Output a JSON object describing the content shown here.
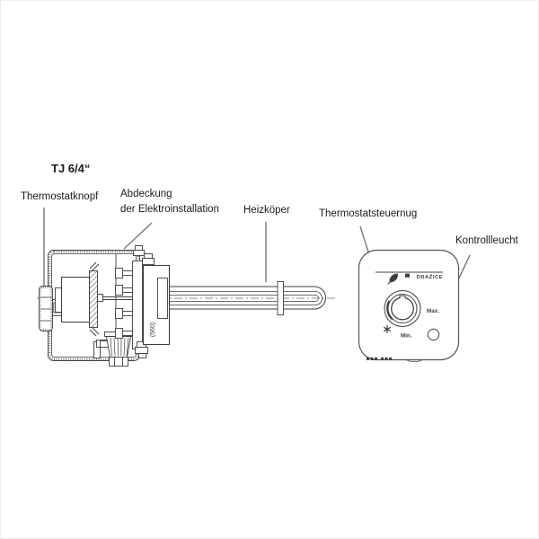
{
  "title": "TJ 6/4“",
  "callouts": {
    "thermostatknopf": "Thermostatknopf",
    "abdeckung_line1": "Abdeckung",
    "abdeckung_line2": "der Elektroinstallation",
    "heizkoeper": "Heizköper",
    "thermostatsteuernug": "Thermostatsteuernug",
    "kontrollleucht": "Kontrollleucht"
  },
  "drawing": {
    "dimension_label": "(560)"
  },
  "control_panel": {
    "brand": "DRAŽICE",
    "max_label": "Max.",
    "min_label": "Min.",
    "icons": [
      "leaf-icon",
      "snowflake-icon",
      "indicator-light"
    ]
  },
  "colors": {
    "line": "#3f3f3f",
    "leader": "#7f7f7f",
    "text": "#1a1a1a",
    "background": "#ffffff"
  }
}
